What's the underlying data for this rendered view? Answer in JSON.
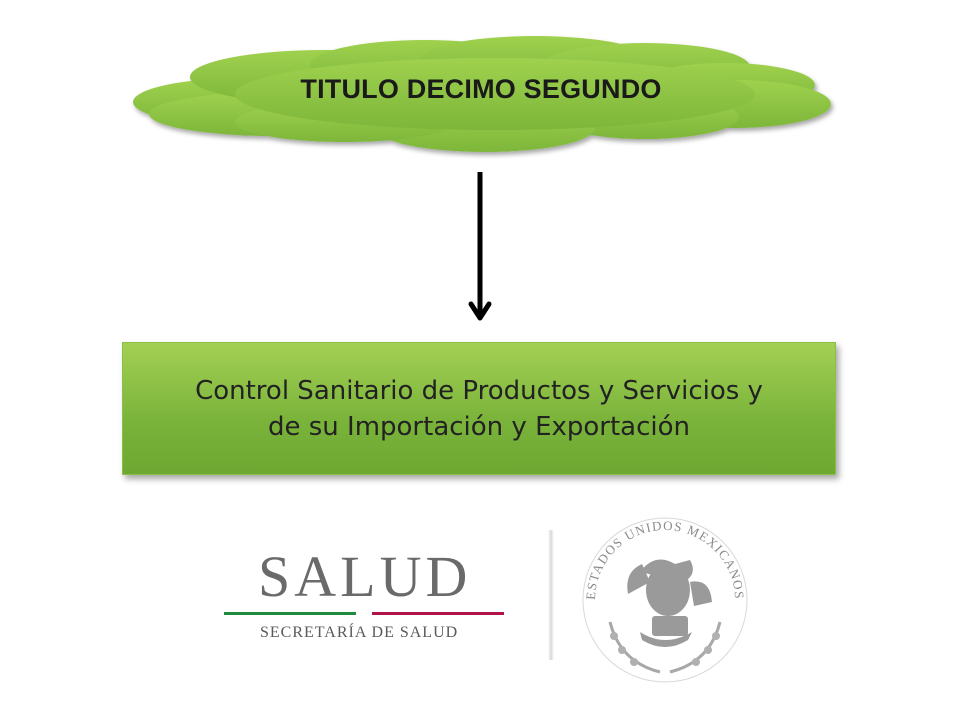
{
  "cloud": {
    "title": "TITULO DECIMO SEGUNDO",
    "fill": "#8cc63f"
  },
  "box": {
    "line1": "Control Sanitario de Productos y Servicios y",
    "line2": "de su Importación y Exportación"
  },
  "logo": {
    "word": "SALUD",
    "subtitle": "SECRETARÍA DE SALUD",
    "stripe_green": "#1e8b3e",
    "stripe_red": "#b0124a"
  },
  "seal": {
    "text": "ESTADOS UNIDOS MEXICANOS"
  }
}
